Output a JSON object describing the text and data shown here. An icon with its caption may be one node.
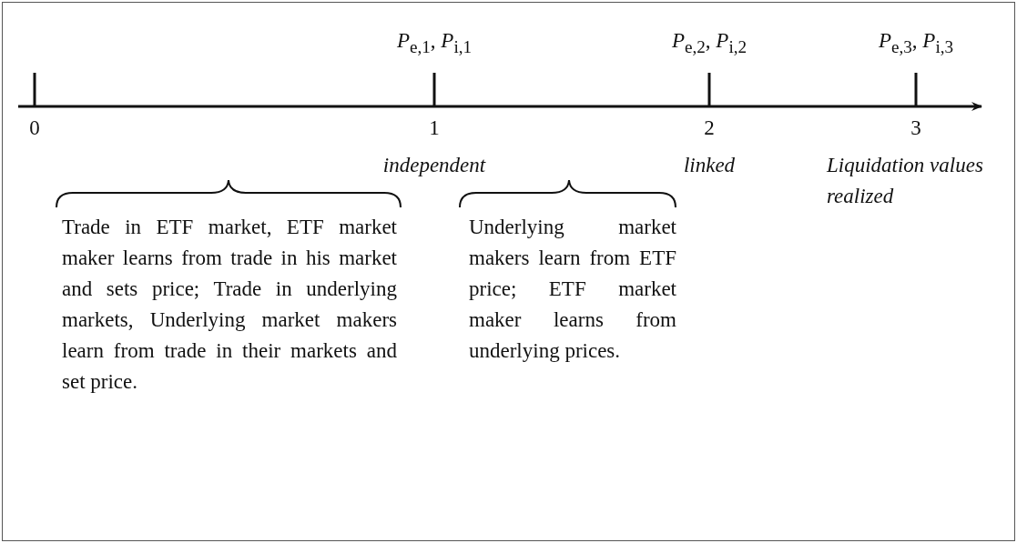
{
  "diagram": {
    "labels": [
      "*P*$_{e,1}$, *P*$_{i,1}$",
      "*P*$_{e,2}$, *P*$_{i,2}$",
      "*P*$_{e,3}$, *P*$_{i,3}$",
      "0",
      "1",
      "2",
      "3",
      "independent",
      "linked",
      "Liquidation values realized",
      "Trade in ETF market, ETF market maker learns from trade in his market and sets price; Trade in underlying markets, Underlying market makers learn from trade in their markets and set price.",
      "Underlying market makers learn from ETF price; ETF market maker learns from underlying prices."
    ]
  }
}
